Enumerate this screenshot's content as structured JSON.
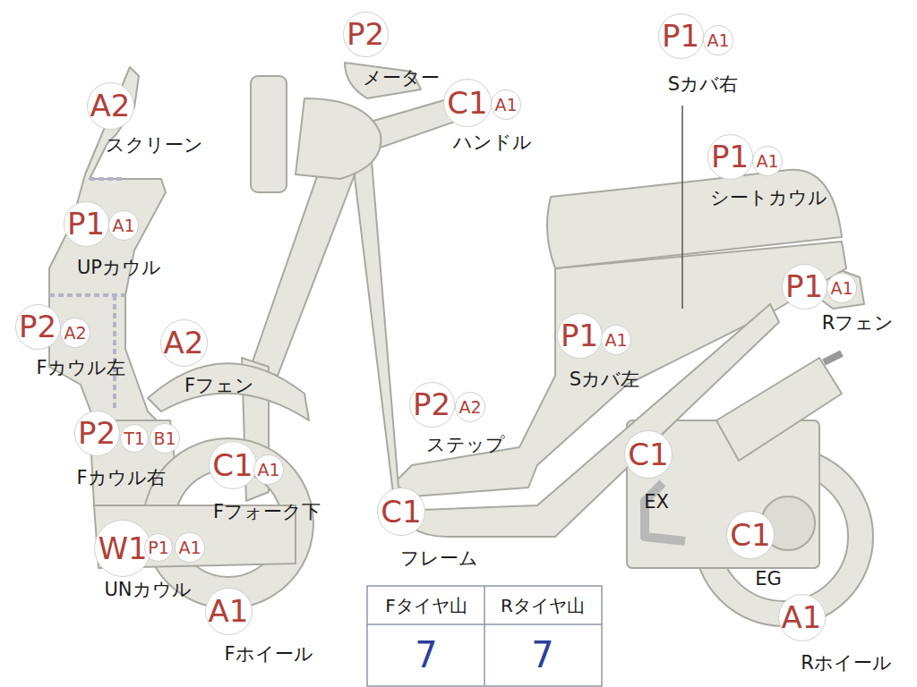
{
  "diagram": {
    "nodes": [
      {
        "text": [
          "A2"
        ]
      },
      {
        "text": [
          "P1"
        ]
      },
      {
        "text": [
          "A1"
        ]
      },
      {
        "text": [
          "P2"
        ]
      },
      {
        "text": [
          "A2"
        ]
      },
      {
        "text": [
          "A2"
        ]
      },
      {
        "text": [
          "P2"
        ]
      },
      {
        "text": [
          "T1"
        ]
      },
      {
        "text": [
          "B1"
        ]
      },
      {
        "text": [
          "C1"
        ]
      },
      {
        "text": [
          "A1"
        ]
      },
      {
        "text": [
          "W1"
        ]
      },
      {
        "text": [
          "P1"
        ]
      },
      {
        "text": [
          "A1"
        ]
      },
      {
        "text": [
          "A1"
        ]
      },
      {
        "text": [
          "P2"
        ]
      },
      {
        "text": [
          "C1"
        ]
      },
      {
        "text": [
          "A1"
        ]
      },
      {
        "text": [
          "P1"
        ]
      },
      {
        "text": [
          "A1"
        ]
      },
      {
        "text": [
          "P1"
        ]
      },
      {
        "text": [
          "A1"
        ]
      },
      {
        "text": [
          "P1"
        ]
      },
      {
        "text": [
          "A1"
        ]
      },
      {
        "text": [
          "P1"
        ]
      },
      {
        "text": [
          "A1"
        ]
      },
      {
        "text": [
          "P2"
        ]
      },
      {
        "text": [
          "A2"
        ]
      },
      {
        "text": [
          "C1"
        ]
      },
      {
        "text": [
          "C1"
        ]
      },
      {
        "text": [
          "A1"
        ]
      },
      {
        "text": [
          "C1"
        ]
      }
    ],
    "labels": [
      "スクリーン",
      "UPカウル",
      "Fカウル左",
      "Fフェン",
      "Fカウル右",
      "Fフォーク下",
      "UNカウル",
      "Fホイール",
      "メーター",
      "ハンドル",
      "Sカバ右",
      "シートカウル",
      "Rフェン",
      "Sカバ左",
      "ステップ",
      "EX",
      "EG",
      "Rホイール",
      "フレーム",
      "Fタイヤ山",
      "Rタイヤ山",
      "7",
      "7"
    ]
  }
}
